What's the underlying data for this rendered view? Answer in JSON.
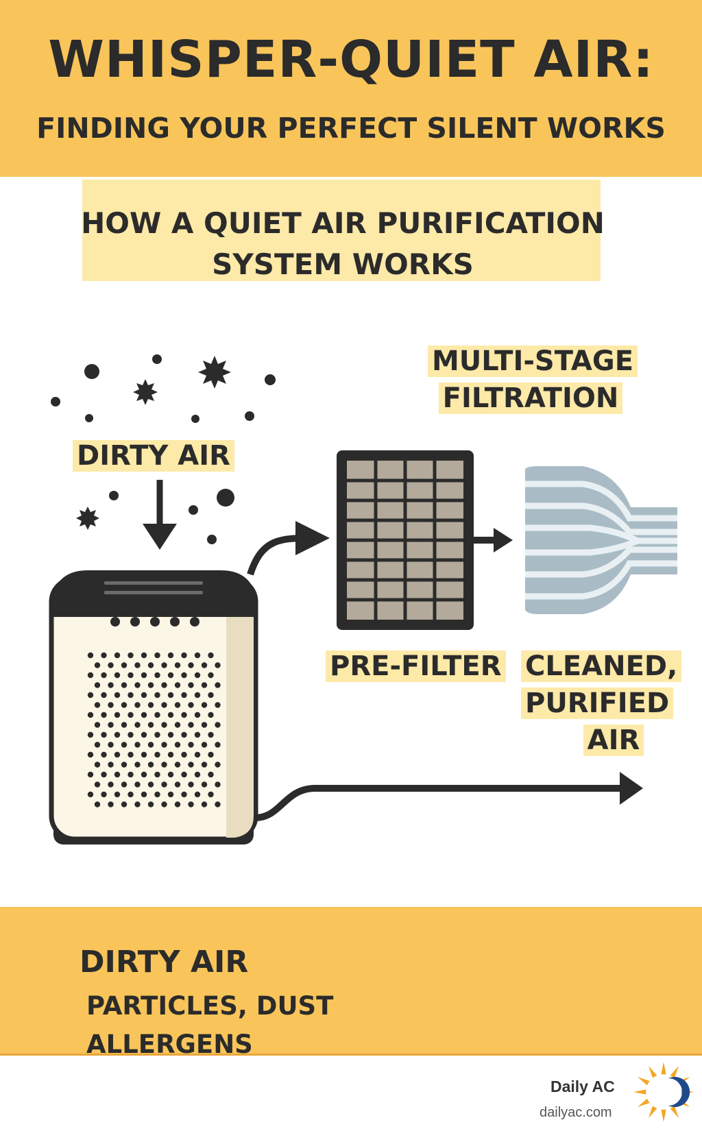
{
  "header": {
    "title": "WHISPER-QUIET AIR:",
    "subtitle": "FINDING YOUR PERFECT SILENT WORKS"
  },
  "section": {
    "title_line1": "HOW A QUIET AIR PURIFICATION",
    "title_line2": "SYSTEM WORKS"
  },
  "diagram": {
    "dirty_air_label": "DIRTY AIR",
    "stage_label_line1": "MULTI-STAGE",
    "stage_label_line2": "FILTRATION",
    "prefilter_label": "PRE-FILTER",
    "clean_label_line1": "CLEANED,",
    "clean_label_line2": "PURIFIED",
    "clean_label_line3": "AIR"
  },
  "band": {
    "main_label": "DIRTY AIR",
    "sub_line1": "PARTICLES, DUST",
    "sub_line2": "ALLERGENS"
  },
  "brand": {
    "name": "Daily AC",
    "url": "dailyac.com"
  },
  "colors": {
    "header_yellow": "#f9c55a",
    "highlight_yellow": "#fde9a8",
    "dark": "#2b2b2b",
    "unit_cream": "#fbf6e6",
    "filter_gray": "#b3aa9c",
    "hepa_blue": "#a9bcc6"
  }
}
